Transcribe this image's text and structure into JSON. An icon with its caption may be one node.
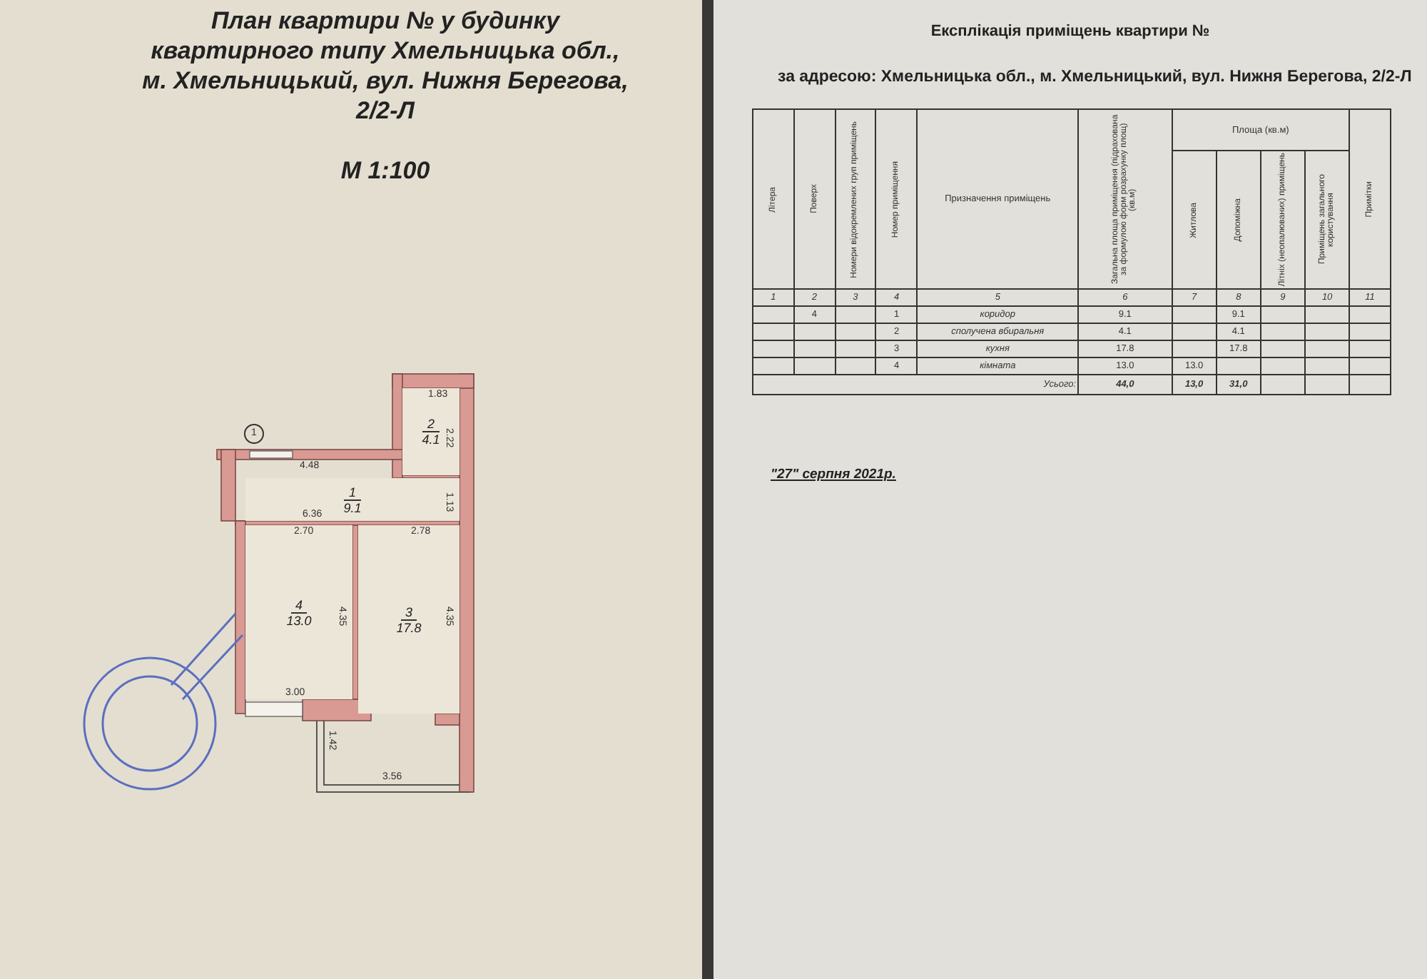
{
  "diagram": {
    "nodes": [
      {
        "text": [
          "2",
          "4.1"
        ]
      },
      {
        "text": [
          "1"
        ]
      },
      {
        "text": [
          "1",
          "9.1"
        ]
      },
      {
        "text": [
          "4",
          "13.0"
        ]
      },
      {
        "text": [
          "3",
          "17.8"
        ]
      }
    ],
    "labels": [
      "План квартири № у будинку квартирного типу Хмельницька обл., м. Хмельницький, вул. Нижня Берегова, 2/2-Л",
      "М 1:100",
      "1.83",
      "2.22",
      "4.48",
      "1.13",
      "6.36",
      "2.70",
      "2.78",
      "4.35",
      "4.35",
      "3.00",
      "1.42",
      "3.56",
      "Експлікація приміщень квартири №",
      "за адресою: Хмельницька обл., м. Хмельницький, вул. Нижня Берегова, 2/2-Л",
      "Літера",
      "Поверх",
      "Номери відокремлених груп приміщень",
      "Номер приміщення",
      "Призначення приміщень",
      "Загальна площа приміщення (підрахована за формулою форм розрахунку площ)(кв.м)",
      "Площа (кв.м)",
      "Житлова",
      "Допоміжна",
      "Літніх (неопалюваних) приміщень",
      "Приміщень загального користування",
      "Примітки",
      "1",
      "2",
      "3",
      "4",
      "5",
      "6",
      "7",
      "8",
      "9",
      "10",
      "11",
      "4",
      "1",
      "коридор",
      "9.1",
      "9.1",
      "2",
      "сполучена вбиральня",
      "4.1",
      "4.1",
      "3",
      "кухня",
      "17.8",
      "17.8",
      "4",
      "кімната",
      "13.0",
      "13.0",
      "Усього:",
      "44,0",
      "13,0",
      "31,0",
      "\"27\" серпня 2021р."
    ]
  }
}
